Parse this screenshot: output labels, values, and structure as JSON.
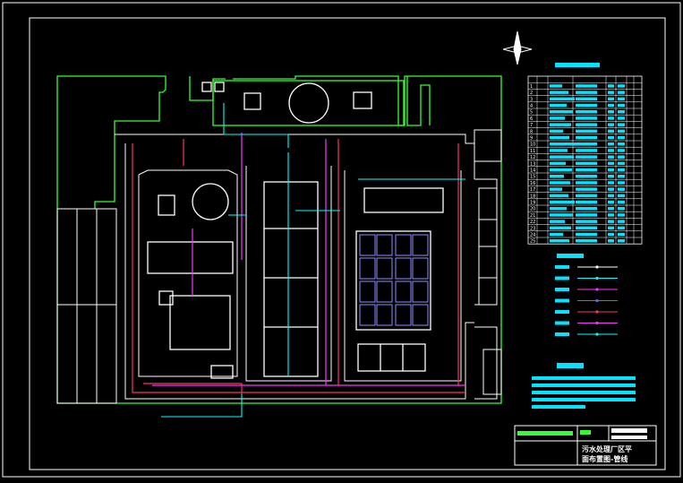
{
  "colors": {
    "background": "#000000",
    "frame": "#ffffff",
    "site_boundary": "#33ff33",
    "structures": "#ffffff",
    "pipe_red": "#ff3366",
    "pipe_magenta": "#ff33ff",
    "pipe_cyan": "#00ffff",
    "pipe_blue": "#6666ff",
    "table_fill": "#00e5ff"
  },
  "icons": {
    "north_arrow": "compass-star-icon"
  },
  "title_block": {
    "drawing_title_line1": "污水处理厂区平",
    "drawing_title_line2": "面布置图-管线"
  },
  "table": {
    "row_numbers": [
      "1",
      "2",
      "3",
      "4",
      "5",
      "6",
      "7",
      "8",
      "9",
      "10",
      "11",
      "12",
      "13",
      "14",
      "15",
      "16",
      "17",
      "18",
      "19",
      "20",
      "21",
      "22",
      "23",
      "24",
      "25"
    ]
  }
}
